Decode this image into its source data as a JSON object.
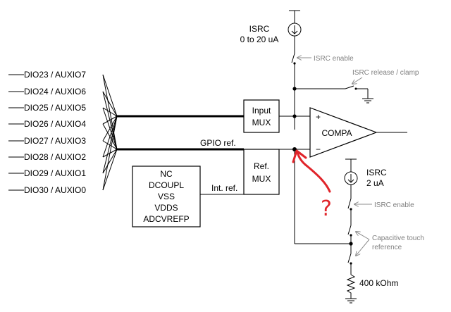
{
  "pins": [
    "DIO23 / AUXIO7",
    "DIO24 / AUXIO6",
    "DIO25 / AUXIO5",
    "DIO26 / AUXIO4",
    "DIO27 / AUXIO3",
    "DIO28 / AUXIO2",
    "DIO29 / AUXIO1",
    "DIO30 / AUXIO0"
  ],
  "input_mux": {
    "line1": "Input",
    "line2": "MUX"
  },
  "ref_mux": {
    "line1": "Ref.",
    "line2": "MUX"
  },
  "comparator": {
    "label": "COMPA",
    "plus": "+",
    "minus": "−"
  },
  "internal_refs": [
    "NC",
    "DCOUPL",
    "VSS",
    "VDDS",
    "ADCVREFP"
  ],
  "gpio_ref_label": "GPIO ref.",
  "int_ref_label": "Int. ref.",
  "isrc_top": {
    "name": "ISRC",
    "range": "0 to 20 uA",
    "enable": "ISRC enable"
  },
  "release_clamp": "ISRC release / clamp",
  "isrc_bottom": {
    "name": "ISRC",
    "value": "2 uA",
    "enable": "ISRC enable"
  },
  "cap_touch": {
    "line1": "Capacitive touch",
    "line2": "reference"
  },
  "resistor": "400 kOhm",
  "annotation": {
    "mark": "?",
    "color": "#e0242a"
  }
}
